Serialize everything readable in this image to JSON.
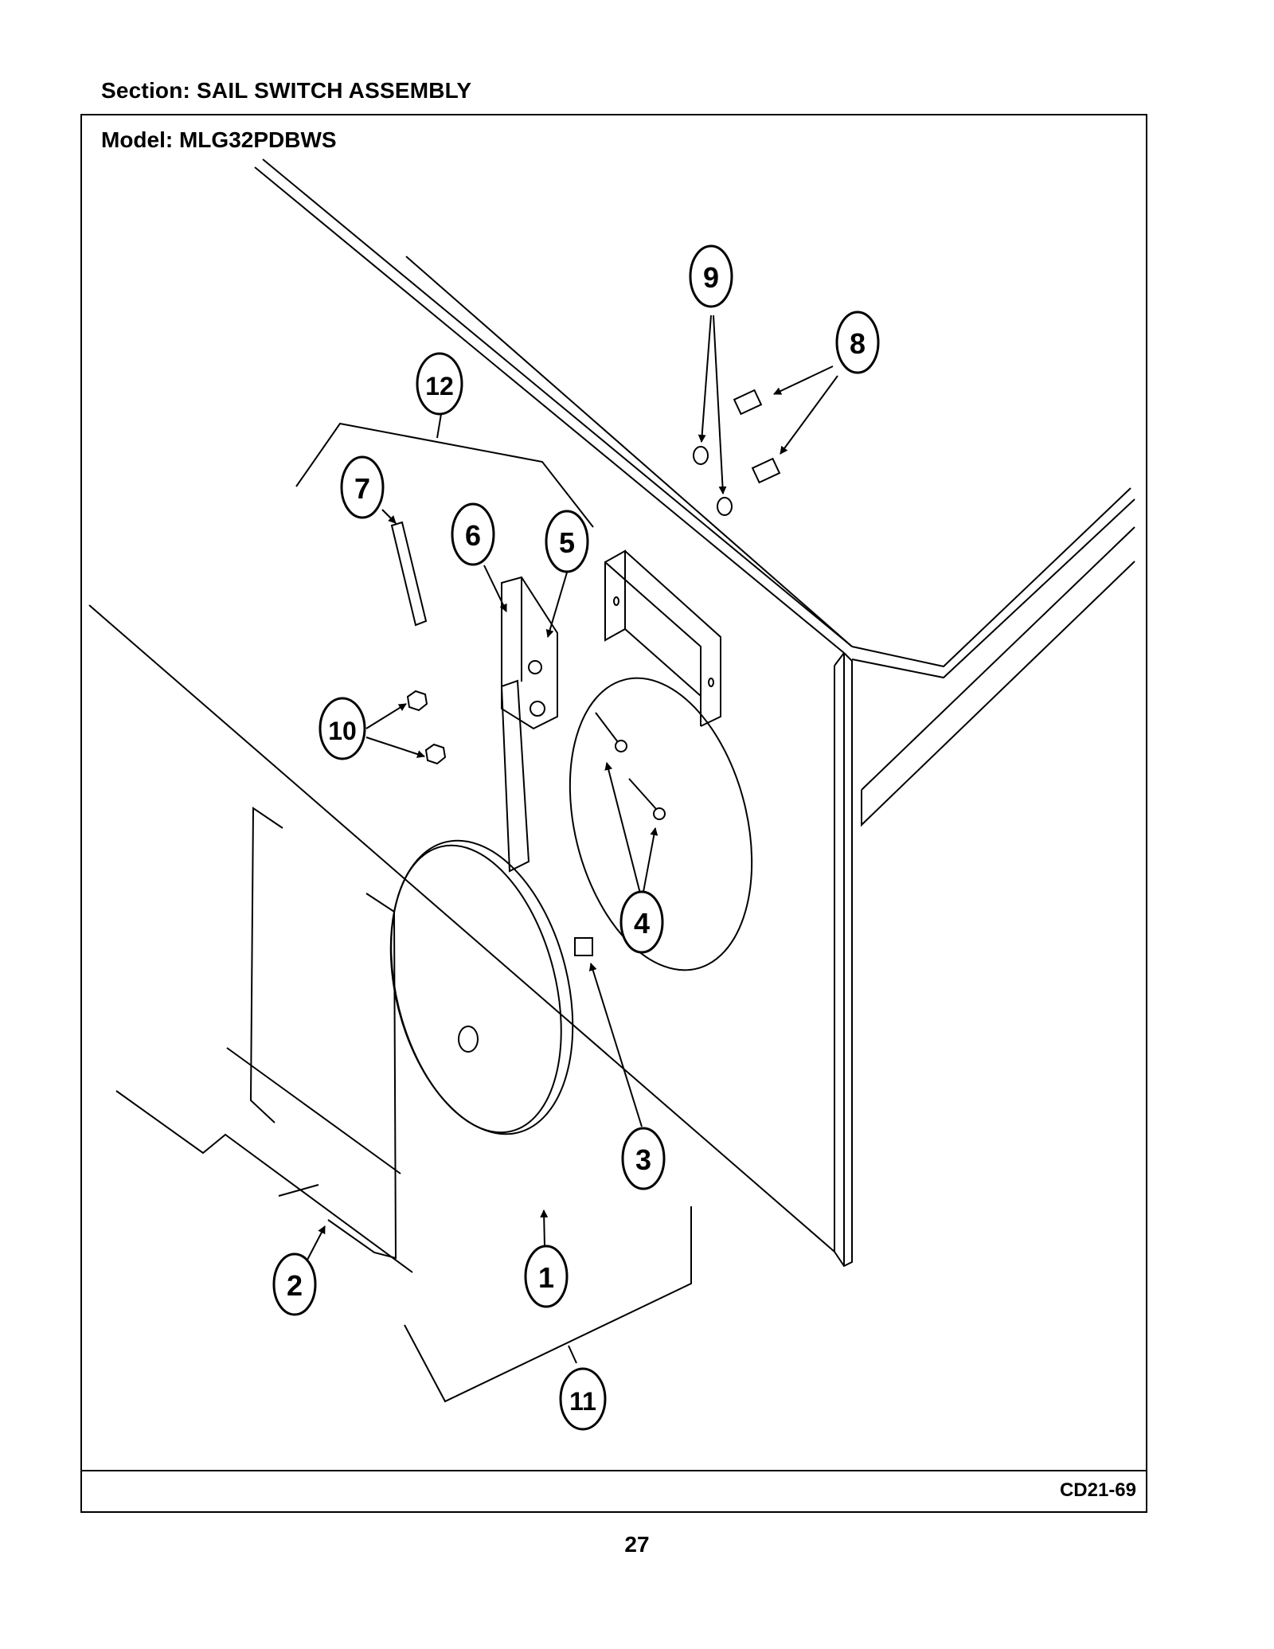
{
  "header": {
    "section_label": "Section:  SAIL SWITCH ASSEMBLY",
    "model_label": "Model:  MLG32PDBWS"
  },
  "footer": {
    "drawing_code": "CD21-69",
    "page_number": "27"
  },
  "diagram": {
    "callouts": [
      {
        "id": "1",
        "label": "1"
      },
      {
        "id": "2",
        "label": "2"
      },
      {
        "id": "3",
        "label": "3"
      },
      {
        "id": "4",
        "label": "4"
      },
      {
        "id": "5",
        "label": "5"
      },
      {
        "id": "6",
        "label": "6"
      },
      {
        "id": "7",
        "label": "7"
      },
      {
        "id": "8",
        "label": "8"
      },
      {
        "id": "9",
        "label": "9"
      },
      {
        "id": "10",
        "label": "10"
      },
      {
        "id": "11",
        "label": "11"
      },
      {
        "id": "12",
        "label": "12"
      }
    ]
  }
}
